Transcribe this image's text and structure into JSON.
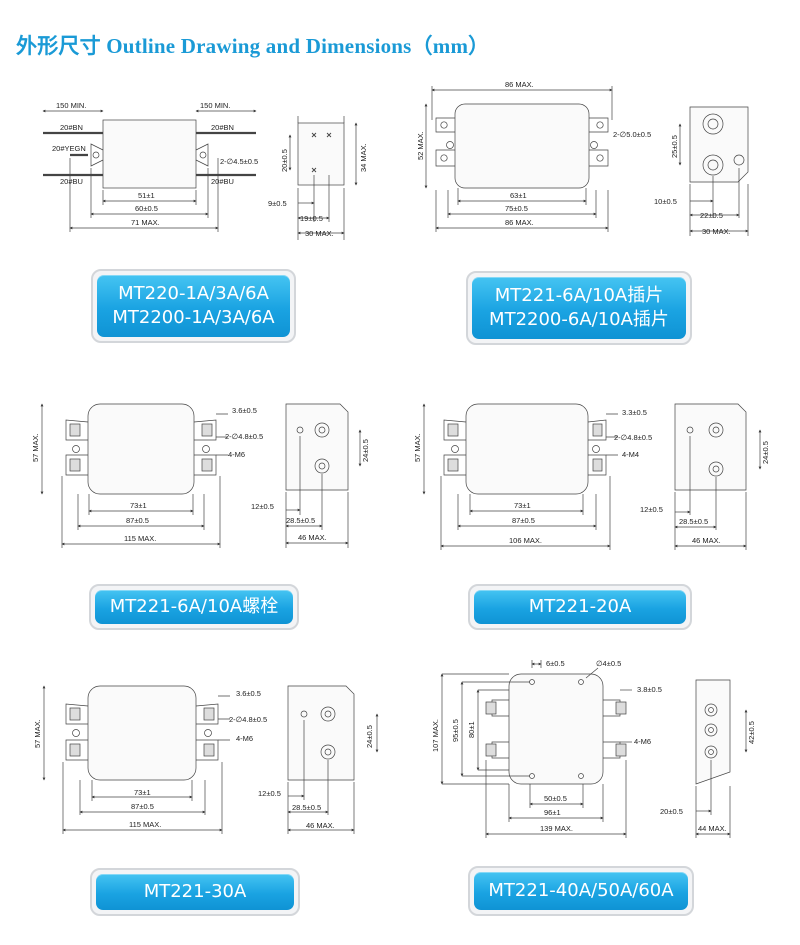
{
  "title": "外形尺寸 Outline Drawing and Dimensions（mm）",
  "accent_color": "#1a9ad6",
  "models": [
    {
      "labels": [
        "MT220-1A/3A/6A",
        "MT2200-1A/3A/6A"
      ],
      "dims": {
        "lead_left": "150 MIN.",
        "lead_right": "150 MIN.",
        "wire_bn_left": "20#BN",
        "wire_yegn": "20#YEGN",
        "wire_bu_left": "20#BU",
        "wire_bn_right": "20#BN",
        "wire_bu_right": "20#BU",
        "hole": "2-∅4.5±0.5",
        "w1": "51±1",
        "w2": "60±0.5",
        "w3": "71 MAX.",
        "h1": "20±0.5",
        "hmax": "34 MAX.",
        "s1": "9±0.5",
        "s2": "19±0.5",
        "s3": "30 MAX."
      }
    },
    {
      "labels": [
        "MT221-6A/10A插片",
        "MT2200-6A/10A插片"
      ],
      "dims": {
        "top": "86 MAX.",
        "hmax": "52 MAX.",
        "hole": "2-∅5.0±0.5",
        "w1": "63±1",
        "w2": "75±0.5",
        "w3": "86 MAX.",
        "h1": "25±0.5",
        "s1": "10±0.5",
        "s2": "22±0.5",
        "s3": "30 MAX."
      }
    },
    {
      "labels": [
        "MT221-6A/10A螺栓"
      ],
      "dims": {
        "hmax": "57 MAX.",
        "d1": "3.6±0.5",
        "hole": "2-∅4.8±0.5",
        "stud": "4-M6",
        "w1": "73±1",
        "w2": "87±0.5",
        "w3": "115 MAX.",
        "h1": "24±0.5",
        "s1": "12±0.5",
        "s2": "28.5±0.5",
        "s3": "46 MAX."
      }
    },
    {
      "labels": [
        "MT221-20A"
      ],
      "dims": {
        "hmax": "57 MAX.",
        "d1": "3.3±0.5",
        "hole": "2-∅4.8±0.5",
        "stud": "4-M4",
        "w1": "73±1",
        "w2": "87±0.5",
        "w3": "106 MAX.",
        "h1": "24±0.5",
        "s1": "12±0.5",
        "s2": "28.5±0.5",
        "s3": "46 MAX."
      }
    },
    {
      "labels": [
        "MT221-30A"
      ],
      "dims": {
        "hmax": "57 MAX.",
        "d1": "3.6±0.5",
        "hole": "2-∅4.8±0.5",
        "stud": "4-M6",
        "w1": "73±1",
        "w2": "87±0.5",
        "w3": "115 MAX.",
        "h1": "24±0.5",
        "s1": "12±0.5",
        "s2": "28.5±0.5",
        "s3": "46 MAX."
      }
    },
    {
      "labels": [
        "MT221-40A/50A/60A"
      ],
      "dims": {
        "d_top": "6±0.5",
        "hole": "∅4±0.5",
        "d1": "3.8±0.5",
        "hmax": "107 MAX.",
        "h_95": "95±0.5",
        "h_80": "80±1",
        "stud": "4-M6",
        "w_50": "50±0.5",
        "w_96": "96±1",
        "w3": "139 MAX.",
        "h1": "42±0.5",
        "s1": "20±0.5",
        "s3": "44 MAX."
      }
    }
  ]
}
